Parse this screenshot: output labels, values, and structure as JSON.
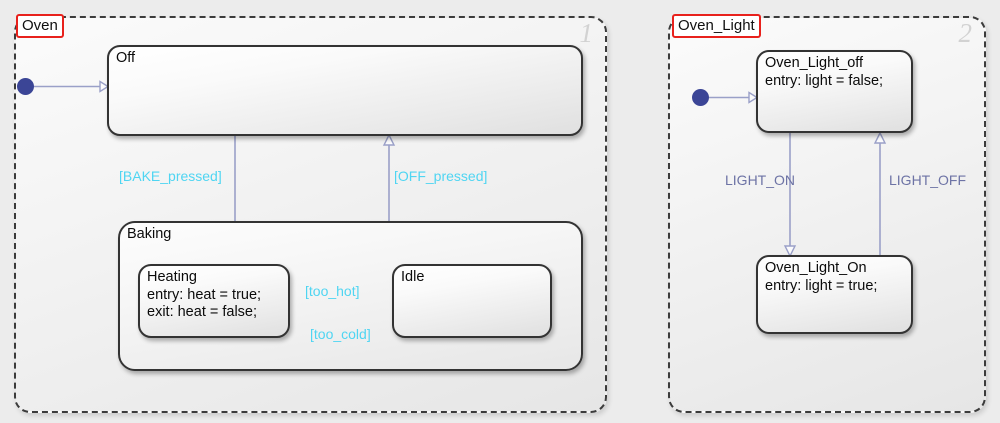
{
  "diagram": {
    "type": "stateflow-chart",
    "background": "#ececec",
    "colors": {
      "condition_text": "#4fd5f2",
      "event_text": "#6d73a5",
      "transition_line": "#9aa0c8",
      "state_border": "#333333",
      "chart_tag_border": "#e8211c",
      "junction_dot": "#3b4596",
      "badge": "#d2d2d2"
    }
  },
  "charts": [
    {
      "name": "Oven",
      "badge": "1",
      "states": [
        {
          "id": "off",
          "label": "Off"
        },
        {
          "id": "baking",
          "label": "Baking"
        },
        {
          "id": "heating",
          "label": "Heating\nentry: heat = true;\nexit: heat = false;"
        },
        {
          "id": "idle",
          "label": "Idle"
        }
      ],
      "transitions": [
        {
          "id": "default-off",
          "from": "init",
          "to": "off",
          "label": ""
        },
        {
          "id": "off-to-baking",
          "from": "off",
          "to": "baking",
          "label": "[BAKE_pressed]",
          "kind": "condition"
        },
        {
          "id": "baking-to-off",
          "from": "baking",
          "to": "off",
          "label": "[OFF_pressed]",
          "kind": "condition"
        },
        {
          "id": "heating-to-idle",
          "from": "heating",
          "to": "idle",
          "label": "[too_hot]",
          "kind": "condition"
        },
        {
          "id": "idle-to-heating",
          "from": "idle",
          "to": "heating",
          "label": "[too_cold]",
          "kind": "condition"
        }
      ]
    },
    {
      "name": "Oven_Light",
      "badge": "2",
      "states": [
        {
          "id": "light_off",
          "label": "Oven_Light_off\nentry: light = false;"
        },
        {
          "id": "light_on",
          "label": "Oven_Light_On\nentry: light = true;"
        }
      ],
      "transitions": [
        {
          "id": "default-light-off",
          "from": "init",
          "to": "light_off",
          "label": ""
        },
        {
          "id": "lightoff-to-lighton",
          "from": "light_off",
          "to": "light_on",
          "label": "LIGHT_ON",
          "kind": "event"
        },
        {
          "id": "lighton-to-lightoff",
          "from": "light_on",
          "to": "light_off",
          "label": "LIGHT_OFF",
          "kind": "event"
        }
      ]
    }
  ]
}
